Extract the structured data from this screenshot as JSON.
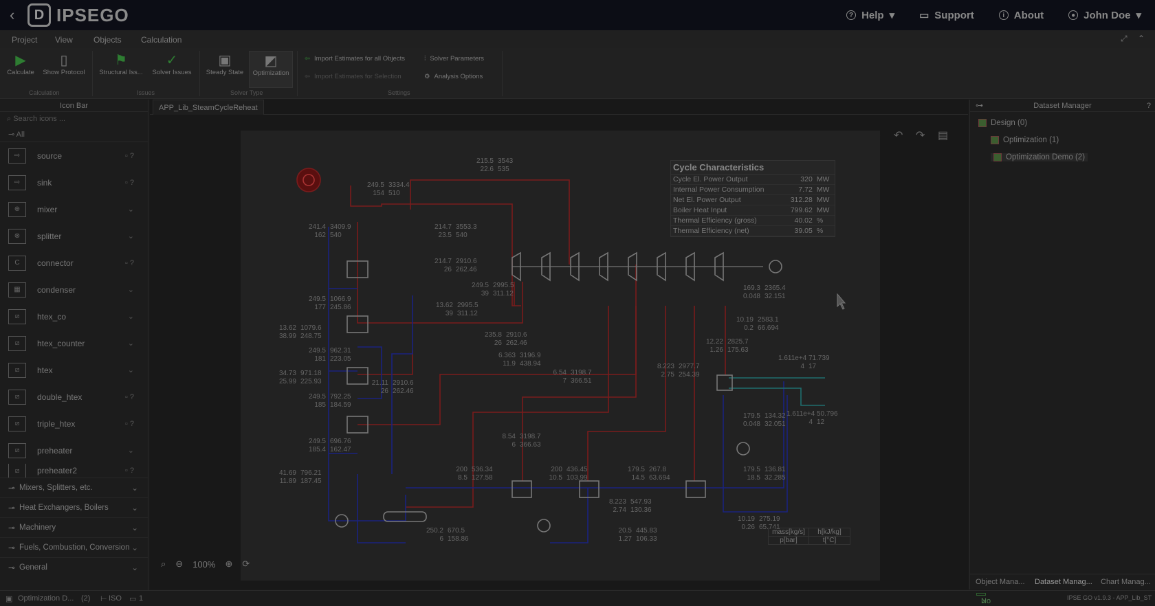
{
  "app": {
    "brand": "IPSEGO",
    "nav": {
      "help": "Help",
      "support": "Support",
      "about": "About",
      "user": "John Doe"
    }
  },
  "menu": [
    "Project",
    "View",
    "Objects",
    "Calculation"
  ],
  "ribbon": {
    "buttons": [
      "Calculate",
      "Show Protocol",
      "Structural Iss...",
      "Solver Issues",
      "Steady State",
      "Optimization"
    ],
    "groups": [
      "Calculation",
      "Issues",
      "Solver Type",
      "Settings"
    ],
    "settings": [
      "Import Estimates for all Objects",
      "Import Estimates for Selection",
      "Solver Parameters",
      "Analysis Options"
    ]
  },
  "iconbar": {
    "title": "Icon Bar",
    "search_placeholder": "Search icons ...",
    "all": "All",
    "items": [
      "source",
      "sink",
      "mixer",
      "splitter",
      "connector",
      "condenser",
      "htex_co",
      "htex_counter",
      "htex",
      "double_htex",
      "triple_htex",
      "preheater",
      "preheater2"
    ],
    "categories": [
      "Mixers, Splitters, etc.",
      "Heat Exchangers, Boilers",
      "Machinery",
      "Fuels, Combustion, Conversion",
      "General"
    ]
  },
  "editor": {
    "tab": "APP_Lib_SteamCycleReheat",
    "zoom": "100%"
  },
  "cycle": {
    "title": "Cycle Characteristics",
    "rows": [
      [
        "Cycle El. Power Output",
        "320",
        "MW"
      ],
      [
        "Internal Power Consumption",
        "7.72",
        "MW"
      ],
      [
        "Net El. Power Output",
        "312.28",
        "MW"
      ],
      [
        "Boiler Heat Input",
        "799.62",
        "MW"
      ],
      [
        "Thermal Efficiency (gross)",
        "40.02",
        "%"
      ],
      [
        "Thermal Efficiency (net)",
        "39.05",
        "%"
      ]
    ]
  },
  "legend": {
    "a": "mass[kg/s]",
    "b": "h[kJ/kg]",
    "c": "p[bar]",
    "d": "t[°C]"
  },
  "labels": [
    [
      "215.5",
      "3543",
      "22.6",
      "535"
    ],
    [
      "249.5",
      "3334.4",
      "154",
      "510"
    ],
    [
      "241.4",
      "3409.9",
      "162",
      "540"
    ],
    [
      "214.7",
      "3553.3",
      "23.5",
      "540"
    ],
    [
      "214.7",
      "2910.6",
      "26",
      "262.46"
    ],
    [
      "249.5",
      "2995.5",
      "39",
      "311.12"
    ],
    [
      "13.62",
      "2995.5",
      "39",
      "311.12"
    ],
    [
      "249.5",
      "1066.9",
      "177",
      "245.86"
    ],
    [
      "13.62",
      "1079.6",
      "38.99",
      "248.75"
    ],
    [
      "249.5",
      "962.31",
      "181",
      "223.05"
    ],
    [
      "34.73",
      "971.18",
      "25.99",
      "225.93"
    ],
    [
      "249.5",
      "792.25",
      "185",
      "184.59"
    ],
    [
      "249.5",
      "696.76",
      "185.4",
      "162.47"
    ],
    [
      "41.69",
      "796.21",
      "11.89",
      "187.45"
    ],
    [
      "235.8",
      "2910.6",
      "26",
      "262.46"
    ],
    [
      "6.363",
      "3196.9",
      "11.9",
      "438.94"
    ],
    [
      "6.54",
      "3198.7",
      "7",
      "366.51"
    ],
    [
      "21.11",
      "2910.6",
      "26",
      "262.46"
    ],
    [
      "8.54",
      "3198.7",
      "6",
      "366.63"
    ],
    [
      "200",
      "536.34",
      "8.5",
      "127.58"
    ],
    [
      "200",
      "436.45",
      "10.5",
      "103.99"
    ],
    [
      "179.5",
      "267.8",
      "14.5",
      "63.694"
    ],
    [
      "8.223",
      "547.93",
      "2.74",
      "130.36"
    ],
    [
      "20.5",
      "445.83",
      "1.27",
      "106.33"
    ],
    [
      "250.2",
      "670.5",
      "6",
      "158.86"
    ],
    [
      "169.3",
      "2365.4",
      "0.048",
      "32.151"
    ],
    [
      "10.19",
      "2583.1",
      "0.2",
      "66.694"
    ],
    [
      "12.22",
      "2825.7",
      "1.26",
      "175.63"
    ],
    [
      "8.223",
      "2977.7",
      "2.75",
      "254.39"
    ],
    [
      "1.611e+4",
      "71.739",
      "4",
      "17"
    ],
    [
      "1.611e+4",
      "50.796",
      "4",
      "12"
    ],
    [
      "179.5",
      "134.32",
      "0.048",
      "32.051"
    ],
    [
      "179.5",
      "136.81",
      "18.5",
      "32.285"
    ],
    [
      "10.19",
      "275.19",
      "0.26",
      "65.741"
    ]
  ],
  "dataset": {
    "title": "Dataset Manager",
    "tree": [
      "Design (0)",
      "Optimization (1)",
      "Optimization Demo (2)"
    ],
    "tabs": [
      "Object Mana...",
      "Dataset Manag...",
      "Chart Manag..."
    ]
  },
  "status": {
    "project": "Optimization D...",
    "count": "(2)",
    "iso": "ISO",
    "one": "1",
    "issues": "No issues detected",
    "version": "IPSE GO v1.9.3 - APP_Lib_ST"
  }
}
